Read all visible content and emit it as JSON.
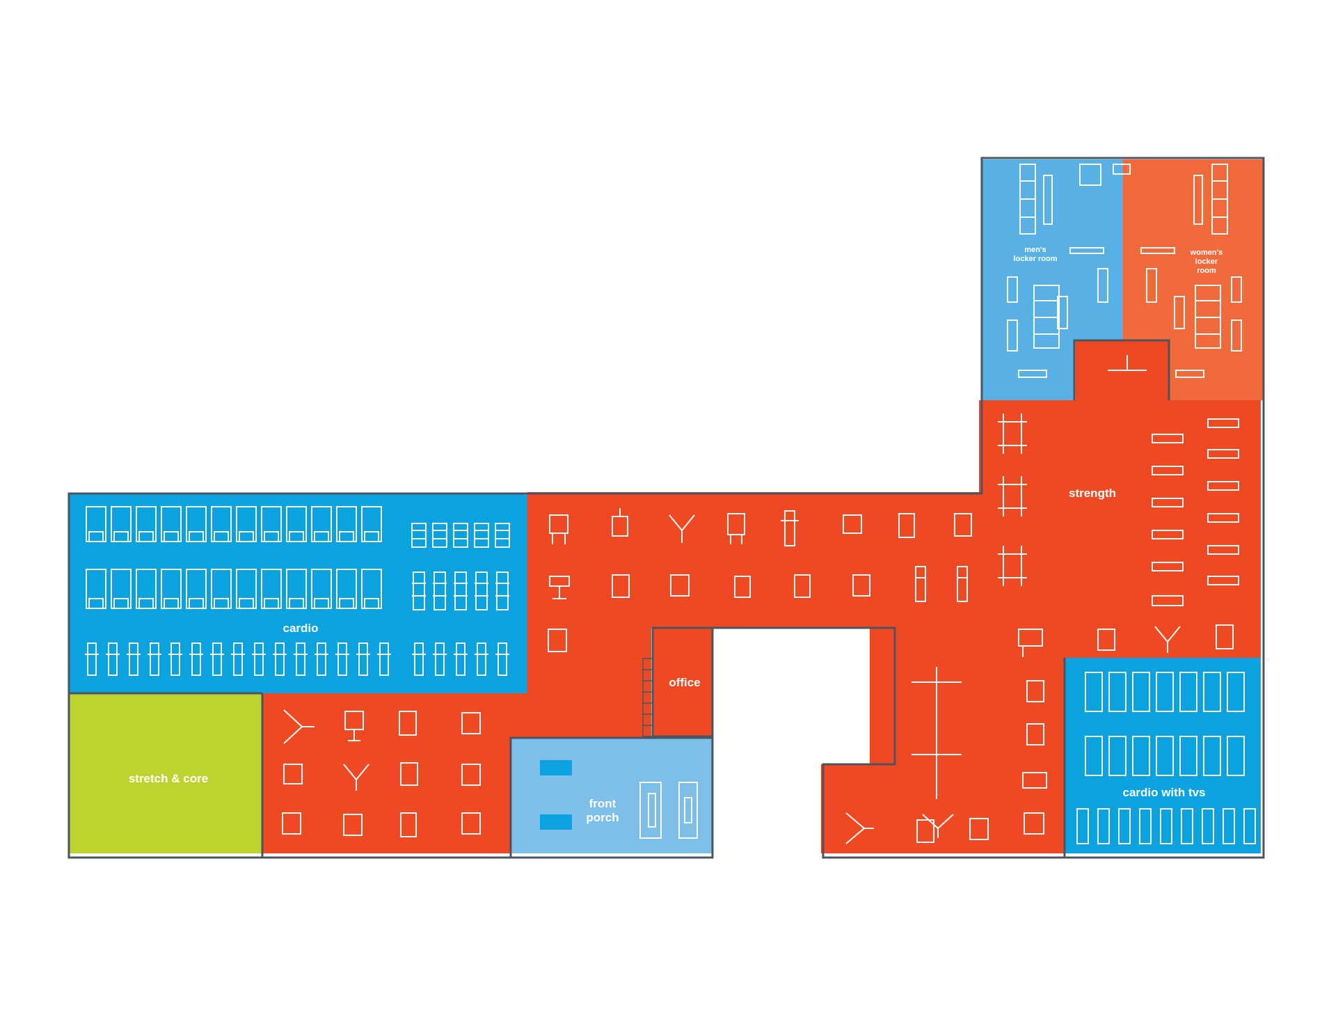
{
  "colors": {
    "cardio": "#0aa3df",
    "strength": "#ef4923",
    "stretch": "#bcd430",
    "porch": "#7dbfe8",
    "mens": "#58b0e4",
    "womens": "#f06a3c",
    "wall": "#4a5560"
  },
  "rooms": {
    "cardio": "cardio",
    "strength": "strength",
    "stretch_core": "stretch & core",
    "office": "office",
    "front_porch": [
      "front",
      "porch"
    ],
    "cardio_tvs": "cardio with tvs",
    "mens_locker": [
      "men's",
      "locker room"
    ],
    "womens_locker": [
      "women's",
      "locker",
      "room"
    ]
  }
}
